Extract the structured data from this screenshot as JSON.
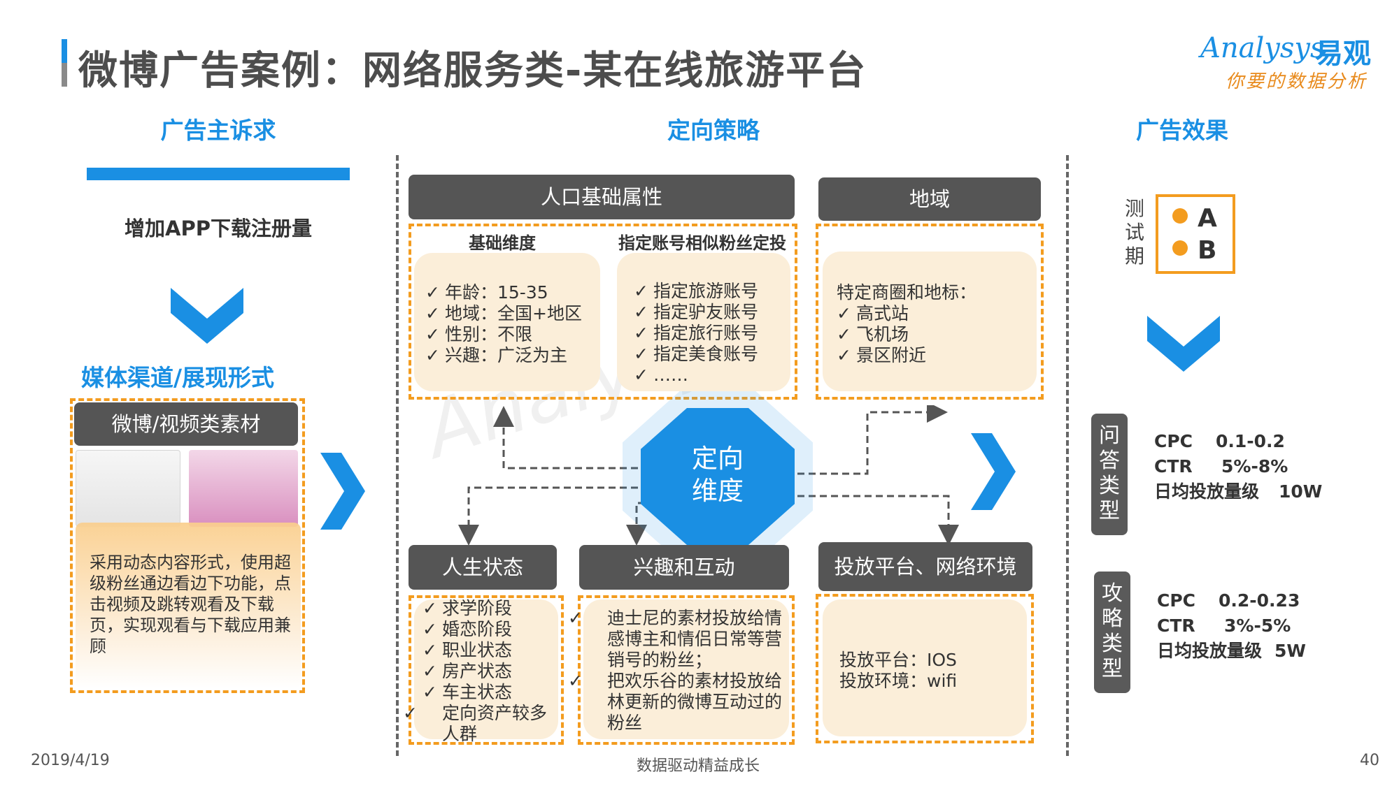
{
  "header": {
    "title": "微博广告案例：网络服务类-某在线旅游平台",
    "logo_en": "Analysys",
    "logo_cn": "易观",
    "logo_tagline": "你要的数据分析"
  },
  "left": {
    "heading": "广告主诉求",
    "goal": "增加APP下载注册量",
    "media_heading": "媒体渠道/展现形式",
    "media_button": "微博/视频类素材",
    "media_desc": "采用动态内容形式，使用超级粉丝通边看边下功能，点击视频及跳转观看及下载页，实现观看与下载应用兼顾"
  },
  "middle": {
    "heading": "定向策略",
    "demographics": {
      "title": "人口基础属性",
      "basic_head": "基础维度",
      "basic_items": [
        "年龄：15-35",
        "地域：全国+地区",
        "性别：不限",
        "兴趣：广泛为主"
      ],
      "similar_head": "指定账号相似粉丝定投",
      "similar_items": [
        "指定旅游账号",
        "指定驴友账号",
        "指定旅行账号",
        "指定美食账号",
        "……"
      ]
    },
    "region": {
      "title": "地域",
      "intro": "特定商圈和地标：",
      "items": [
        "高式站",
        "飞机场",
        "景区附近"
      ]
    },
    "center_line1": "定向",
    "center_line2": "维度",
    "life": {
      "title": "人生状态",
      "items": [
        "求学阶段",
        "婚恋阶段",
        "职业状态",
        "房产状态",
        "车主状态",
        "定向资产较多人群"
      ]
    },
    "interest": {
      "title": "兴趣和互动",
      "items": [
        "迪士尼的素材投放给情感博主和情侣日常等营销号的粉丝；",
        "把欢乐谷的素材投放给林更新的微博互动过的粉丝"
      ]
    },
    "platform": {
      "title": "投放平台、网络环境",
      "line1": "投放平台：IOS",
      "line2": "投放环境：wifi"
    }
  },
  "right": {
    "heading": "广告效果",
    "test_label": "测试期",
    "option_a": "A",
    "option_b": "B",
    "qa": {
      "label": "问答类型",
      "rows": [
        {
          "k": "CPC",
          "v": "0.1-0.2"
        },
        {
          "k": "CTR",
          "v": "5%-8%"
        },
        {
          "k": "日均投放量级",
          "v": "10W"
        }
      ]
    },
    "guide": {
      "label": "攻略类型",
      "rows": [
        {
          "k": "CPC",
          "v": "0.2-0.23"
        },
        {
          "k": "CTR",
          "v": "3%-5%"
        },
        {
          "k": "日均投放量级",
          "v": "5W"
        }
      ]
    }
  },
  "footer": {
    "date": "2019/4/19",
    "slogan": "数据驱动精益成长",
    "page": "40"
  },
  "colors": {
    "accent_blue": "#1a8fe3",
    "accent_orange": "#f39c1f",
    "dark_gray": "#555555",
    "cream": "#fbeed9"
  }
}
